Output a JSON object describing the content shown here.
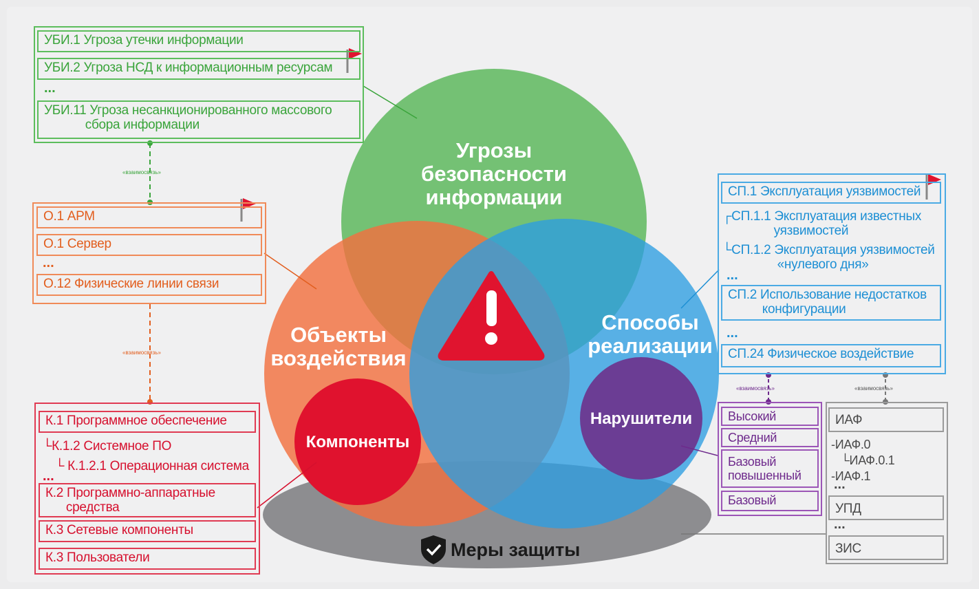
{
  "circles": {
    "threats": "Угрозы\nбезопасности\nинформации",
    "objects": "Объекты\nвоздействия",
    "methods": "Способы\nреализации",
    "components": "Компоненты",
    "intruders": "Нарушители",
    "protection": "Меры защиты"
  },
  "threats_box": {
    "items": [
      "УБИ.1 Угроза утечки информации",
      "УБИ.2 Угроза НСД к информационным ресурсам",
      "УБИ.11 Угроза несанкционированного массового\n            сбора информации"
    ],
    "ellipsis": "..."
  },
  "objects_box": {
    "items": [
      "О.1 АРМ",
      "О.1 Сервер",
      "О.12 Физические линии связи"
    ],
    "ellipsis": "..."
  },
  "components_box": {
    "items": [
      "К.1 Программное обеспечение",
      "К.2 Программно-аппаратные\n      средства",
      "К.3 Сетевые компоненты",
      "К.3 Пользователи"
    ],
    "sub1": "└К.1.2 Системное ПО",
    "sub2": "└ К.1.2.1 Операционная система",
    "ellipsis": "..."
  },
  "methods_box": {
    "items": [
      "СП.1 Эксплуатация уязвимостей",
      "СП.2 Использование недостатков\n          конфигурации",
      "СП.24 Физическое воздействие"
    ],
    "sub1": "┌СП.1.1 Эксплуатация известных\n               уязвимостей",
    "sub2": "└СП.1.2 Эксплуатация уязвимостей\n                «нулевого дня»",
    "ellipsis1": "...",
    "ellipsis2": "..."
  },
  "intruders_box": {
    "items": [
      "Высокий",
      "Средний",
      "Базовый\nповышенный",
      "Базовый"
    ]
  },
  "measures_box": {
    "items": [
      "ИАФ",
      "УПД",
      "ЗИС"
    ],
    "sub": "-ИАФ.0\n   └ИАФ.0.1\n-ИАФ.1",
    "ellipsis1": "...",
    "ellipsis2": "..."
  },
  "link_label": "«взаимосвязь»",
  "colors": {
    "green": "#6cc06c",
    "orange": "#f07f58",
    "blue": "#3aa5e6",
    "red": "#e0142f",
    "purple": "#6e2a8c",
    "gray": "#8e8e91",
    "warning": "#e0142f"
  },
  "icons": [
    "warning-triangle-icon",
    "shield-check-icon",
    "red-flag-icon"
  ]
}
